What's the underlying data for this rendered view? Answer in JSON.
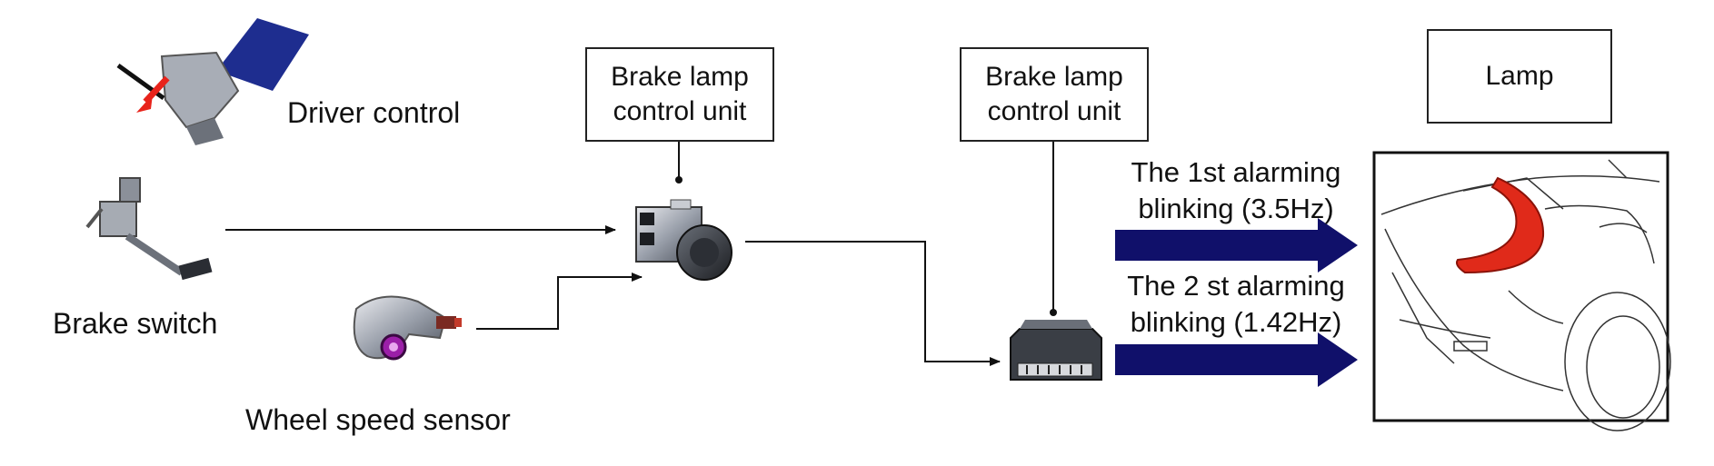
{
  "labels": {
    "driver_control": "Driver control",
    "brake_switch": "Brake switch",
    "wheel_speed_sensor": "Wheel speed sensor"
  },
  "boxes": {
    "control_unit_1": {
      "line1": "Brake lamp",
      "line2": "control unit"
    },
    "control_unit_2": {
      "line1": "Brake lamp",
      "line2": "control unit"
    },
    "lamp": "Lamp"
  },
  "signals": {
    "first": {
      "line1": "The 1st alarming",
      "line2": "blinking (3.5Hz)"
    },
    "second": {
      "line1": "The 2 st alarming",
      "line2": "blinking (1.42Hz)"
    }
  },
  "colors": {
    "arrow_fill": "#10106a",
    "pedal_pad": "#1e2d8f",
    "lamp_highlight": "#e02a1a",
    "pointer_red": "#e8231b"
  },
  "icons": {
    "driver": "brake-pedal-foot-icon",
    "switch": "brake-switch-icon",
    "sensor": "wheel-speed-sensor-icon",
    "abs": "abs-modulator-icon",
    "module": "control-module-icon",
    "car": "car-rear-lamp-icon"
  }
}
